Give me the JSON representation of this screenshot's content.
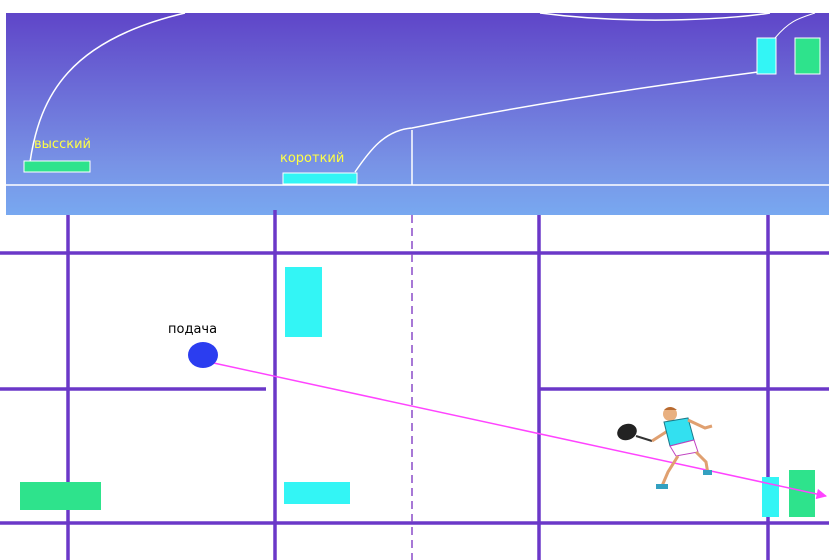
{
  "labels": {
    "high": "высский",
    "short": "короткий",
    "serve": "подача"
  },
  "colors": {
    "sky_top": "#5f45c8",
    "sky_bottom": "#78a8f0",
    "court_line": "#6b38c8",
    "cyan": "#33f5f5",
    "green": "#2ee38c",
    "trajectory": "#ff44ff",
    "shuttle": "#2b3df0",
    "label_yellow": "#ffff44"
  },
  "icons": {
    "player": "badminton-player-icon",
    "shuttle": "shuttlecock-icon"
  }
}
